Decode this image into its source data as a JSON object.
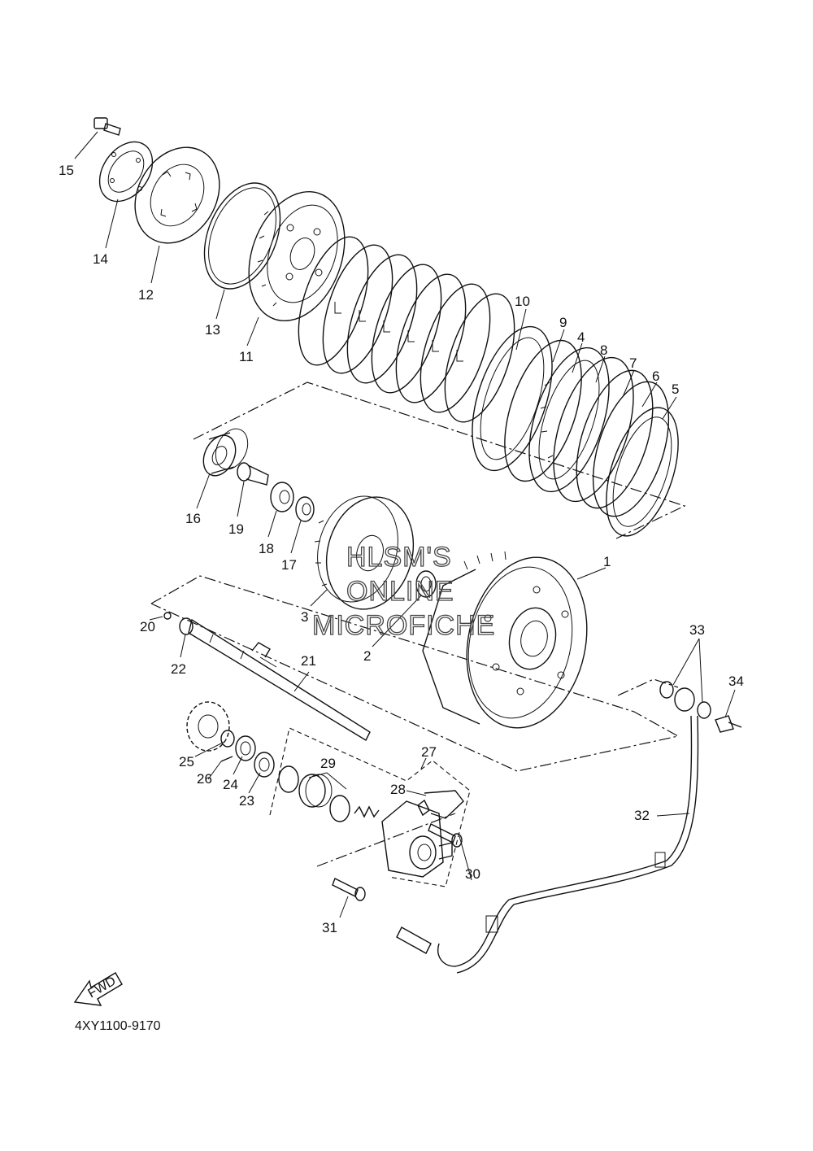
{
  "diagram": {
    "part_code": "4XY1100-9170",
    "fwd_label": "FWD",
    "watermark": [
      "HLSM'S",
      "ONLINE",
      "MICROFICHE"
    ],
    "callouts": [
      "1",
      "2",
      "3",
      "4",
      "5",
      "6",
      "7",
      "8",
      "9",
      "10",
      "11",
      "12",
      "13",
      "14",
      "15",
      "16",
      "17",
      "18",
      "19",
      "20",
      "21",
      "22",
      "23",
      "24",
      "25",
      "26",
      "27",
      "28",
      "29",
      "30",
      "31",
      "32",
      "33",
      "34"
    ]
  }
}
